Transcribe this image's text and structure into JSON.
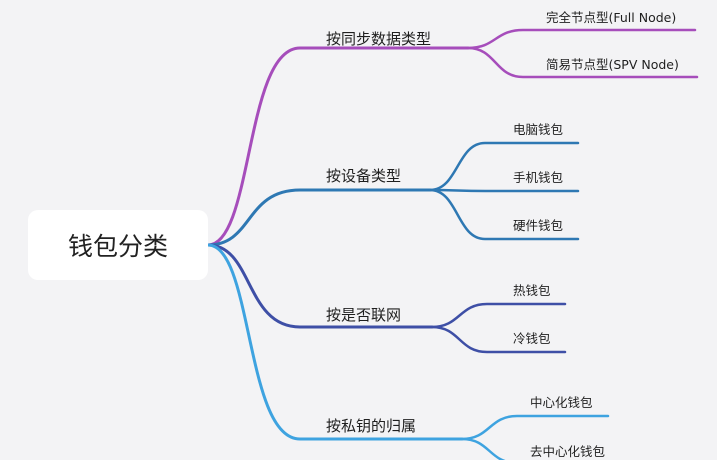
{
  "root": {
    "label": "钱包分类"
  },
  "colors": {
    "purple": "#a64dbb",
    "blue": "#2e78b3",
    "navy": "#3e4fa6",
    "sky": "#3ea3e0"
  },
  "branches": [
    {
      "label": "按同步数据类型",
      "color": "purple",
      "children": [
        {
          "label": "完全节点型(Full Node)"
        },
        {
          "label": "简易节点型(SPV Node)"
        }
      ]
    },
    {
      "label": "按设备类型",
      "color": "blue",
      "children": [
        {
          "label": "电脑钱包"
        },
        {
          "label": "手机钱包"
        },
        {
          "label": "硬件钱包"
        }
      ]
    },
    {
      "label": "按是否联网",
      "color": "navy",
      "children": [
        {
          "label": "热钱包"
        },
        {
          "label": "冷钱包"
        }
      ]
    },
    {
      "label": "按私钥的归属",
      "color": "sky",
      "children": [
        {
          "label": "中心化钱包"
        },
        {
          "label": "去中心化钱包"
        }
      ]
    }
  ]
}
